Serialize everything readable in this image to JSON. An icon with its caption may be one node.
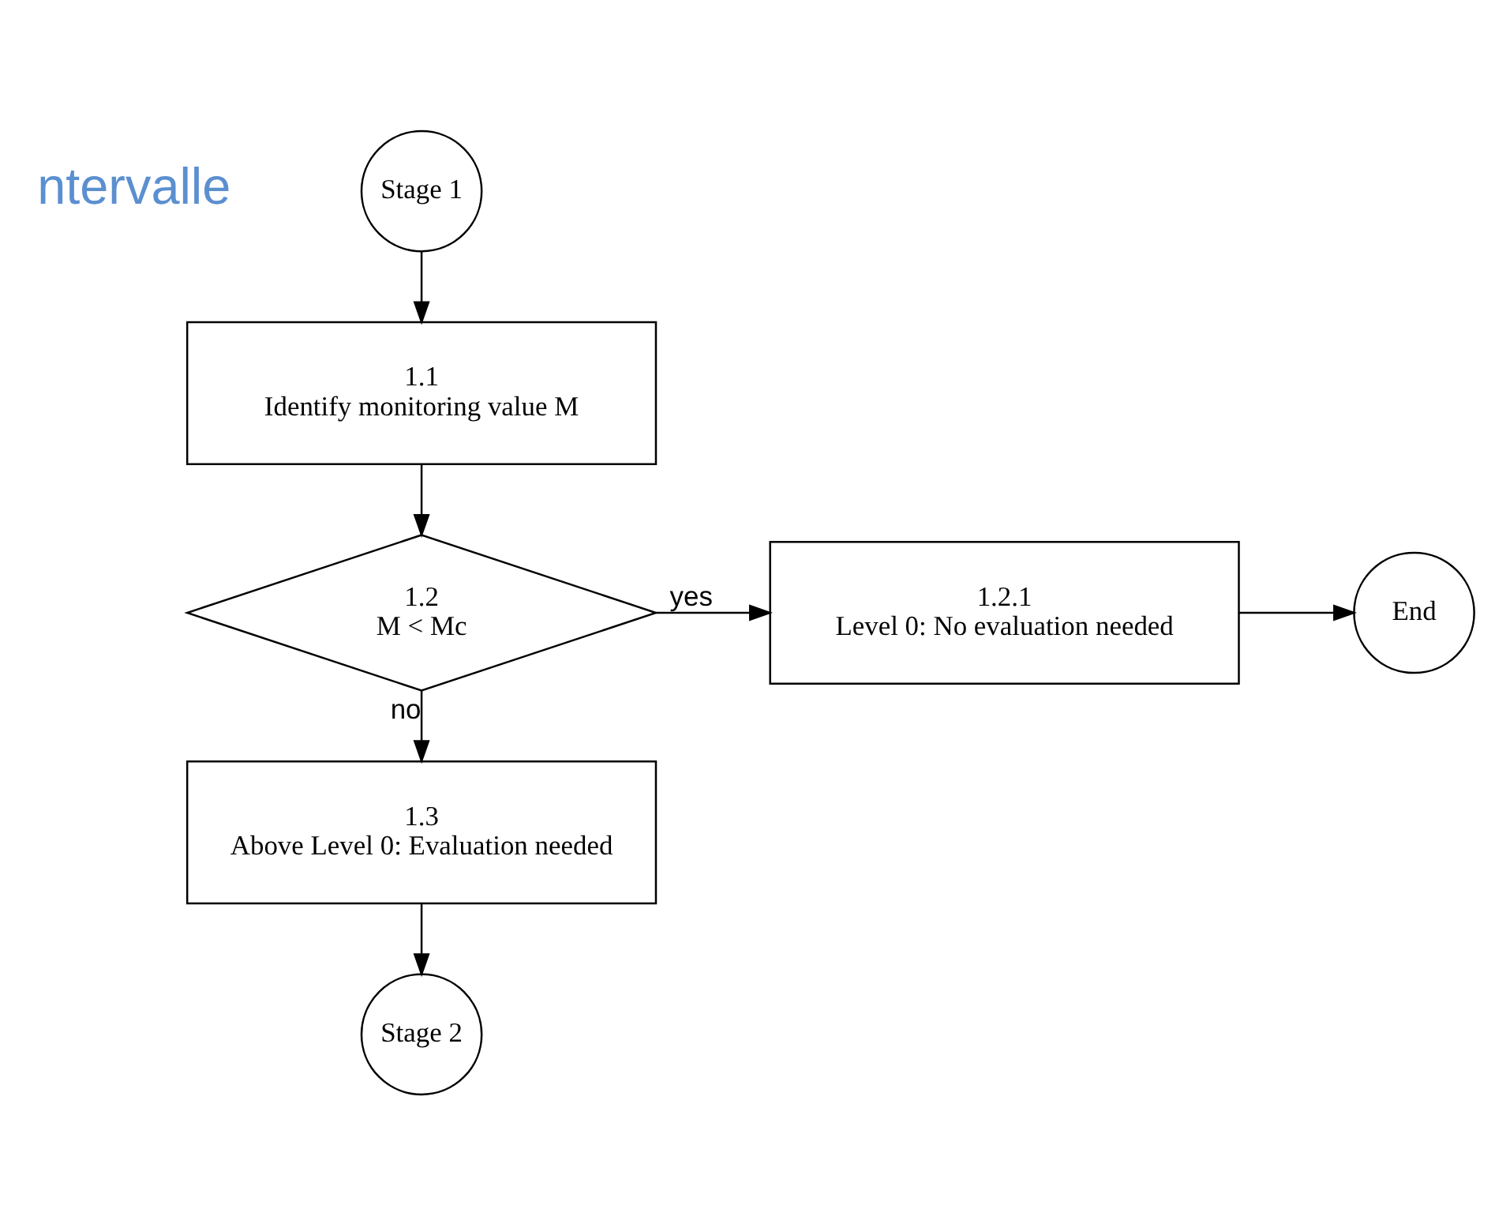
{
  "diagram": {
    "nodes": [
      {
        "text": [
          "Stage 1"
        ]
      },
      {
        "text": [
          "1.1",
          "Identify monitoring value M"
        ]
      },
      {
        "text": [
          "1.2",
          "M < Mc"
        ]
      },
      {
        "text": [
          "1.2.1",
          "Level 0: No evaluation needed"
        ]
      },
      {
        "text": [
          "End"
        ]
      },
      {
        "text": [
          "1.3",
          "Above Level 0: Evaluation needed"
        ]
      },
      {
        "text": [
          "Stage 2"
        ]
      }
    ],
    "edges": [
      {
        "from": 0,
        "to": 1,
        "arrow": "to"
      },
      {
        "from": 1,
        "to": 2,
        "arrow": "to"
      },
      {
        "from": 2,
        "to": 3,
        "label": "yes",
        "arrow": "to"
      },
      {
        "from": 3,
        "to": 4,
        "arrow": "to"
      },
      {
        "from": 2,
        "to": 5,
        "label": "no",
        "arrow": "to"
      },
      {
        "from": 5,
        "to": 6,
        "arrow": "to"
      }
    ],
    "labels": [
      "ntervalle"
    ]
  }
}
